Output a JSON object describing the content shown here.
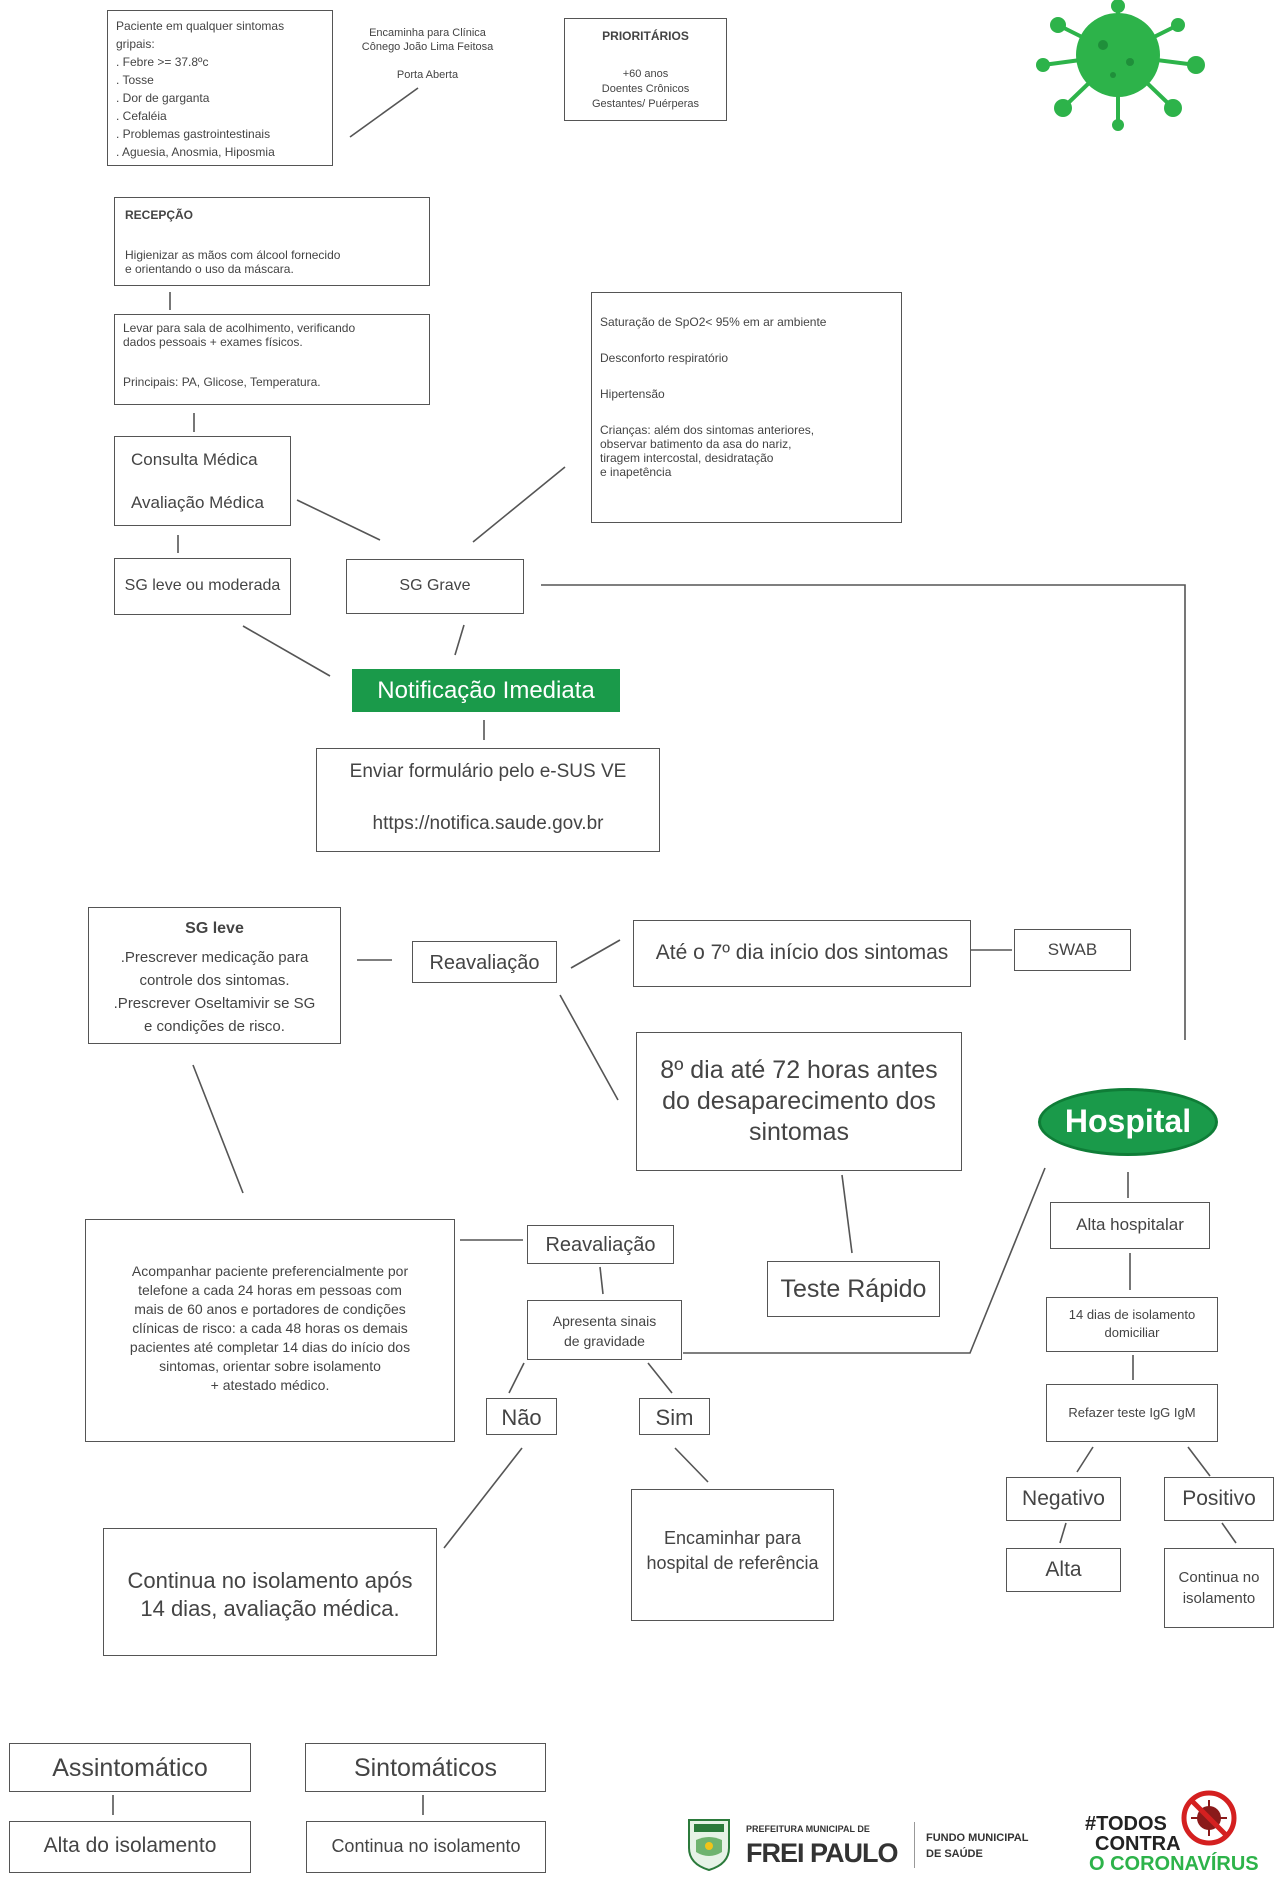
{
  "symptoms": {
    "lines": [
      "Paciente em qualquer sintomas",
      "gripais:",
      ". Febre >= 37.8ºc",
      ". Tosse",
      ". Dor de garganta",
      ". Cefaléia",
      ". Problemas gastrointestinais",
      ". Aguesia, Anosmia, Hiposmia"
    ]
  },
  "referral": {
    "line1": "Encaminha para Clínica",
    "line2": "Cônego João Lima Feitosa",
    "line3": "Porta Aberta"
  },
  "priority": {
    "title": "PRIORITÁRIOS",
    "lines": [
      "+60 anos",
      "Doentes Crônicos",
      "Gestantes/ Puérperas"
    ]
  },
  "reception": {
    "title": "RECEPÇÃO",
    "lines": [
      "Higienizar as mãos com álcool fornecido",
      "e orientando o uso da máscara."
    ]
  },
  "welcome": {
    "lines": [
      "Levar para sala de acolhimento, verificando",
      "dados pessoais + exames físicos."
    ],
    "main": "Principais: PA, Glicose, Temperatura."
  },
  "severe_signs": {
    "line1": "Saturação de SpO2< 95% em ar ambiente",
    "line2": "Desconforto respiratório",
    "line3": "Hipertensão",
    "children": [
      "Crianças: além dos sintomas anteriores,",
      "observar batimento  da asa do nariz,",
      "tiragem intercostal, desidratação",
      "e inapetência"
    ]
  },
  "consult": {
    "line1": "Consulta Médica",
    "line2": "Avaliação Médica"
  },
  "sg_mild": "SG leve ou moderada",
  "sg_severe": "SG Grave",
  "notification": "Notificação Imediata",
  "form": {
    "line1": "Enviar formulário pelo e-SUS VE",
    "line2": "https://notifica.saude.gov.br"
  },
  "sg_leve": {
    "title": "SG leve",
    "lines": [
      ".Prescrever medicação para",
      "controle dos sintomas.",
      ".Prescrever Oseltamivir se SG",
      "e condições de risco."
    ]
  },
  "reevaluation1": "Reavaliação",
  "until7": "Até o 7º dia  início dos sintomas",
  "swab": "SWAB",
  "day8": [
    "8º dia até 72 horas antes",
    "do desaparecimento dos",
    "sintomas"
  ],
  "rapid_test": "Teste Rápido",
  "hospital": "Hospital",
  "follow": [
    "Acompanhar paciente preferencialmente por",
    "telefone a cada 24 horas em pessoas com",
    "mais de 60 anos e portadores de condições",
    "clínicas de risco: a cada 48 horas os demais",
    "pacientes até completar 14 dias do início dos",
    "sintomas, orientar sobre isolamento",
    "+ atestado médico."
  ],
  "reevaluation2": "Reavaliação",
  "severity": [
    "Apresenta sinais",
    "de gravidade"
  ],
  "no": "Não",
  "yes": "Sim",
  "refer_hospital": [
    "Encaminhar para",
    "hospital de referência"
  ],
  "continue14": [
    "Continua no isolamento após",
    "14 dias, avaliação médica."
  ],
  "asymptomatic": "Assintomático",
  "symptomatic": "Sintomáticos",
  "release_isolation": "Alta do isolamento",
  "continue_isolation": "Continua no isolamento",
  "discharge": "Alta hospitalar",
  "home_isolation": [
    "14 dias de isolamento",
    "domiciliar"
  ],
  "retest": "Refazer teste IgG IgM",
  "negative": "Negativo",
  "positive": "Positivo",
  "alta": "Alta",
  "continue_no": [
    "Continua no",
    "isolamento"
  ],
  "footer": {
    "pref": "PREFEITURA MUNICIPAL DE",
    "city": "FREI PAULO",
    "fund1": "FUNDO MUNICIPAL",
    "fund2": "DE SAÚDE",
    "campaign1": "#TODOS",
    "campaign2": "CONTRA",
    "campaign3": "O CORONAVÍRUS"
  },
  "colors": {
    "green": "#1a9a4a",
    "virus": "#2db34a",
    "line": "#555555"
  }
}
